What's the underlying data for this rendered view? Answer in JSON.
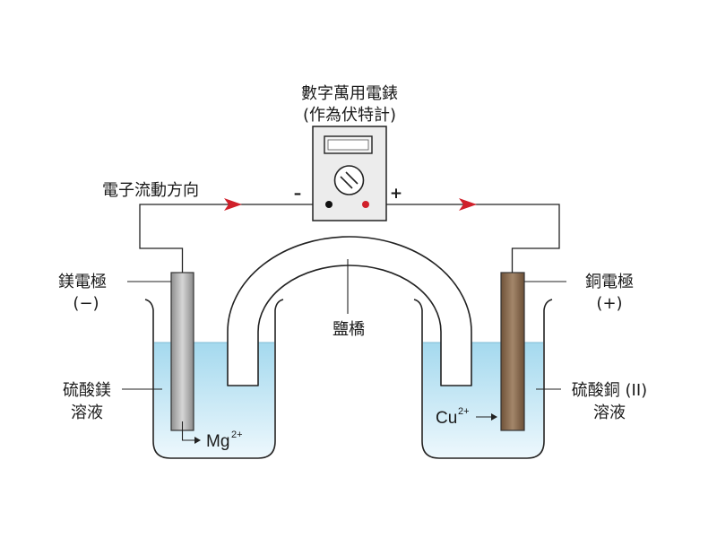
{
  "meter": {
    "title": "數字萬用電錶",
    "subtitle": "(作為伏特計)",
    "neg_sign": "–",
    "pos_sign": "+"
  },
  "electron_flow_label": "電子流動方向",
  "left_cell": {
    "electrode_name": "鎂電極",
    "electrode_sign": "(−)",
    "solution_line1": "硫酸鎂",
    "solution_line2": "溶液",
    "ion_text": "Mg",
    "ion_charge": "2+"
  },
  "right_cell": {
    "electrode_name": "銅電極",
    "electrode_sign": "(+)",
    "solution_line1": "硫酸銅 (II)",
    "solution_line2": "溶液",
    "ion_text": "Cu",
    "ion_charge": "2+"
  },
  "salt_bridge_label": "鹽橋",
  "colors": {
    "arrow_red": "#d0202a",
    "solution_top": "#a9dcef",
    "solution_bottom": "#e9f6fc",
    "magnesium": "#a9a9a9",
    "copper": "#8a6a4e",
    "meter_body": "#ececec"
  }
}
